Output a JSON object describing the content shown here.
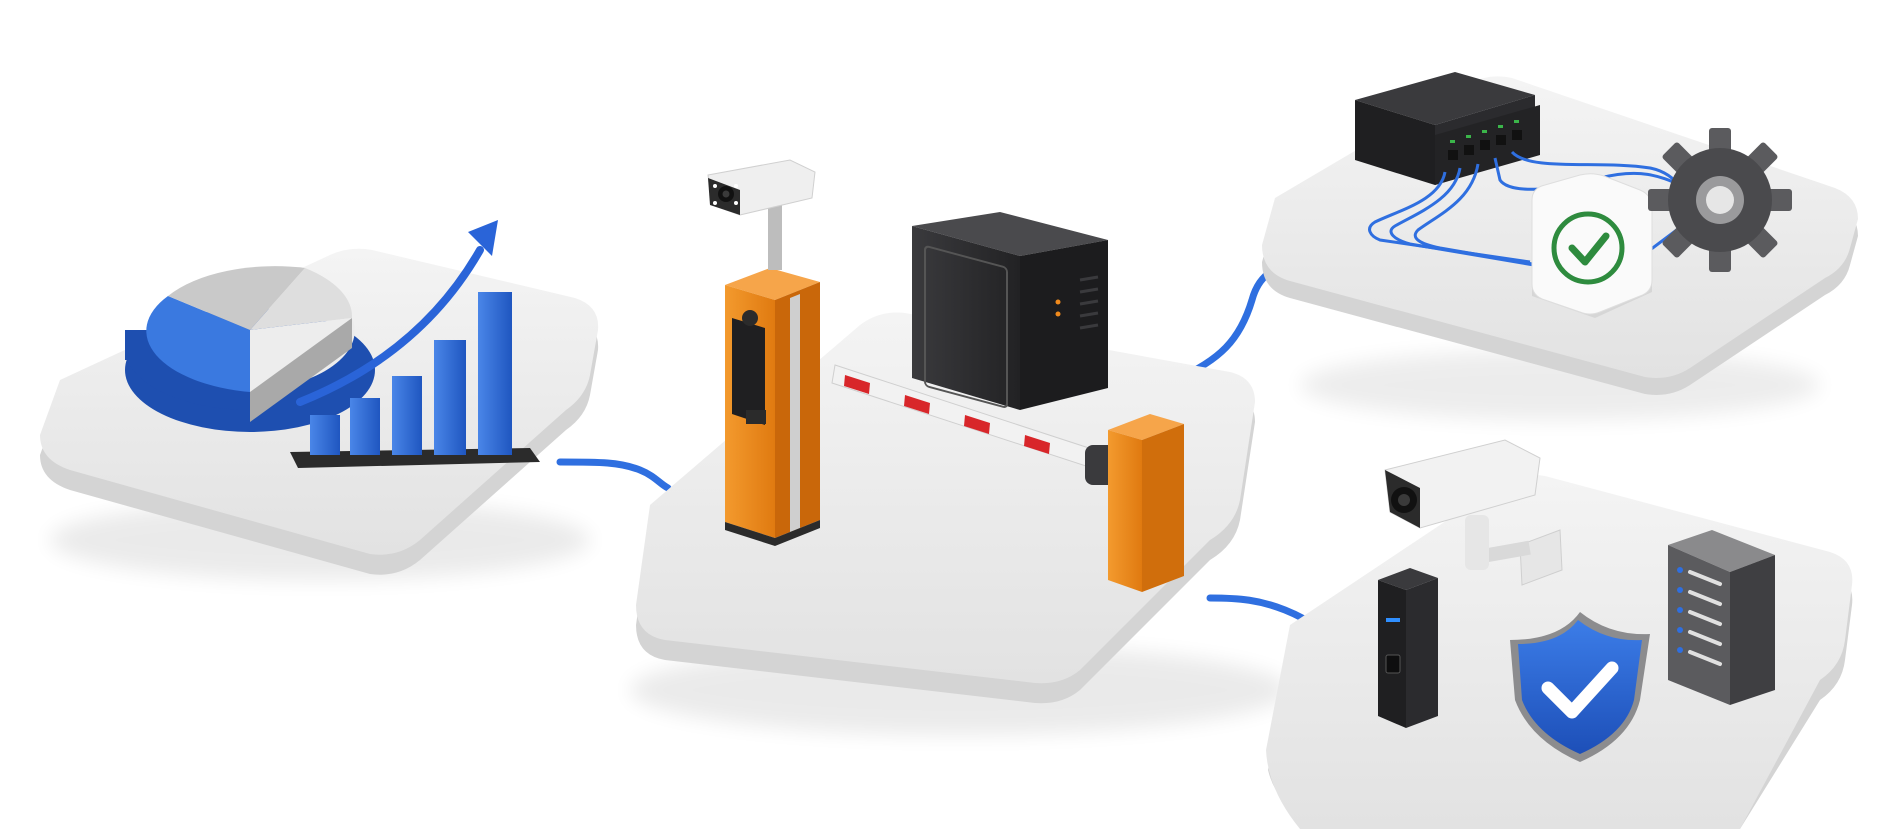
{
  "colors": {
    "background": "#ffffff",
    "platform_top": "#ececec",
    "platform_side": "#d6d6d6",
    "cable_blue": "#2f6fe0",
    "chart_blue": "#2f6fd6",
    "pie_gray": "#b9b9b9",
    "post_orange": "#f08a1c",
    "cabinet_dark": "#2e2e30",
    "barrier_red": "#d8262a",
    "check_green": "#2e8b3e",
    "shield_blue": "#2f6fe0"
  },
  "modules": [
    {
      "id": "analytics",
      "icons": [
        "pie-chart-icon",
        "bar-chart-icon",
        "trend-arrow-icon"
      ]
    },
    {
      "id": "parking-gate",
      "icons": [
        "camera-icon",
        "ticket-kiosk-icon",
        "control-cabinet-icon",
        "barrier-arm-icon"
      ]
    },
    {
      "id": "network-config",
      "icons": [
        "network-switch-icon",
        "check-badge-icon",
        "gear-icon"
      ]
    },
    {
      "id": "security-access",
      "icons": [
        "security-camera-icon",
        "fingerprint-reader-icon",
        "shield-check-icon",
        "server-rack-icon"
      ]
    }
  ]
}
